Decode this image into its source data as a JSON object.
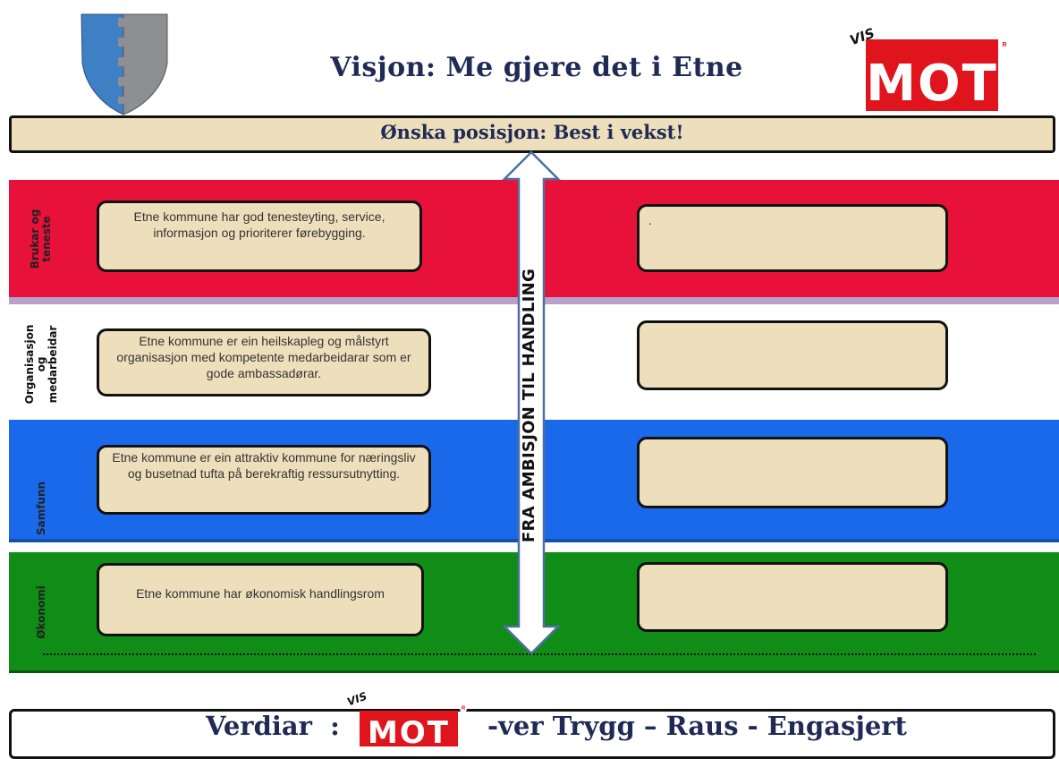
{
  "header": {
    "vision": "Visjon:  Me gjere det i Etne",
    "position": "Ønska posisjon:  Best i vekst!"
  },
  "logo": {
    "text": "MOT",
    "vis_text": "VIS",
    "registered": "R"
  },
  "colors": {
    "brukar": "#e8113a",
    "organisasjon": "#ffffff",
    "samfunn": "#1a69ea",
    "okonomi": "#0f8d16",
    "box_fill": "#eedfbc",
    "title_text": "#1f2a55",
    "logo_red": "#e0141c"
  },
  "icons": [
    "coat-of-arms-icon",
    "double-arrow-icon",
    "mot-logo-icon"
  ],
  "arrow_label": "FRA AMBISJON TIL HANDLING",
  "rows": [
    {
      "category": "Brukar og\nteneste",
      "goal": "Etne kommune har god tenesteyting, service, informasjon og prioriterer førebygging.",
      "right_text": "."
    },
    {
      "category": "Organisasjon\nog\nmedarbeidar",
      "goal": "Etne kommune er ein heilskapleg og målstyrt organisasjon med kompetente medarbeidarar som er gode ambassadørar.",
      "right_text": ""
    },
    {
      "category": "Samfunn",
      "goal": "Etne kommune er ein attraktiv kommune for næringsliv og busetnad tufta på berekraftig ressursutnytting.",
      "right_text": ""
    },
    {
      "category": "Økonomi",
      "goal": "Etne kommune har økonomisk handlingsrom",
      "right_text": ""
    }
  ],
  "footer": {
    "values_prefix": "Verdiar  :",
    "values_text": "-ver Trygg – Raus - Engasjert"
  }
}
